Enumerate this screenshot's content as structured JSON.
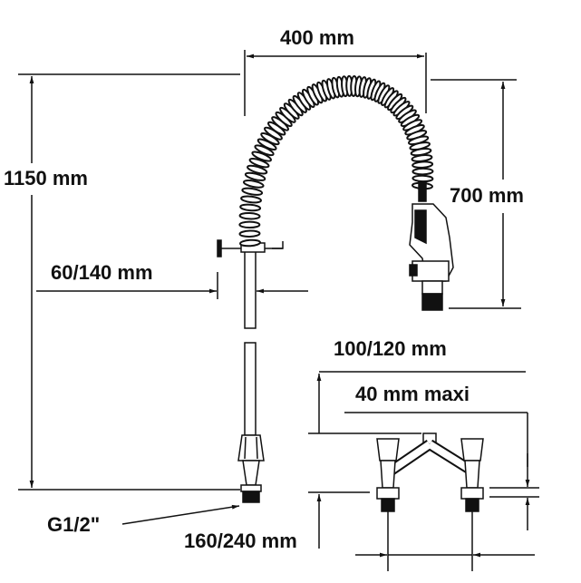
{
  "dimensions": {
    "width_span": "400 mm",
    "total_height": "1150 mm",
    "spring_height": "700 mm",
    "arm_reach": "60/140 mm",
    "mixer_height": "100/120 mm",
    "deck_thickness": "40 mm maxi",
    "thread": "G1/2\"",
    "center_distance": "160/240 mm"
  },
  "colors": {
    "ink": "#111111",
    "fill": "#ffffff"
  }
}
